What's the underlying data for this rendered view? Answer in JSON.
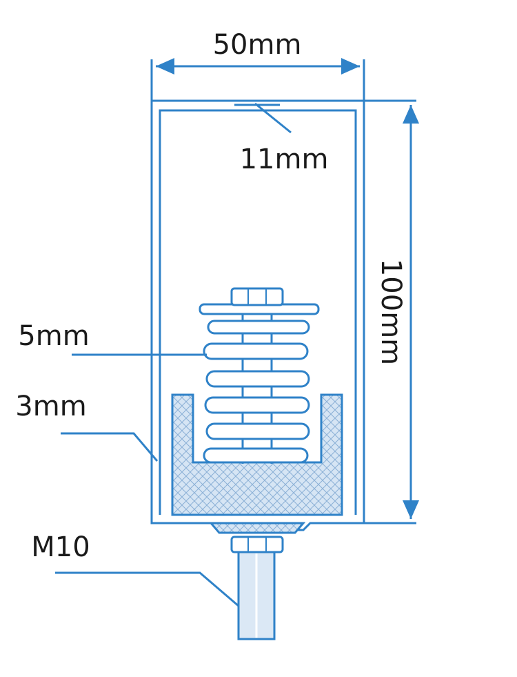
{
  "diagram": {
    "labels": {
      "width": "50mm",
      "slot": "11mm",
      "height": "100mm",
      "spring_wire": "5mm",
      "wall": "3mm",
      "thread": "M10"
    },
    "colors": {
      "line": "#2f82c8",
      "fill": "#dbe8f5",
      "text": "#1a1a1a",
      "background": "#ffffff"
    }
  }
}
